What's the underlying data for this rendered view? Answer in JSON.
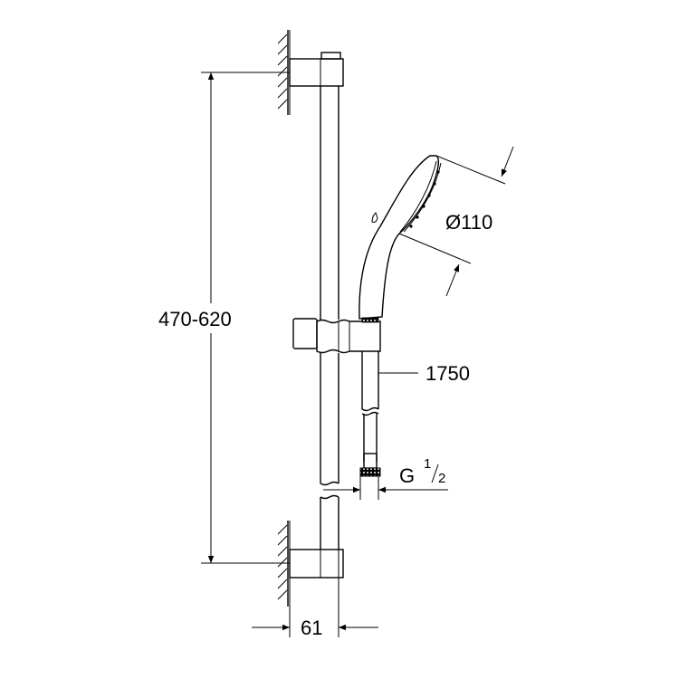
{
  "dimensions": {
    "height_range": "470-620",
    "spray_diameter": "Ø110",
    "hose_length": "1750",
    "connection_thread": "G",
    "thread_num": "1",
    "thread_den": "2",
    "wall_offset": "61"
  },
  "colors": {
    "line": "#000000",
    "background": "#ffffff"
  }
}
